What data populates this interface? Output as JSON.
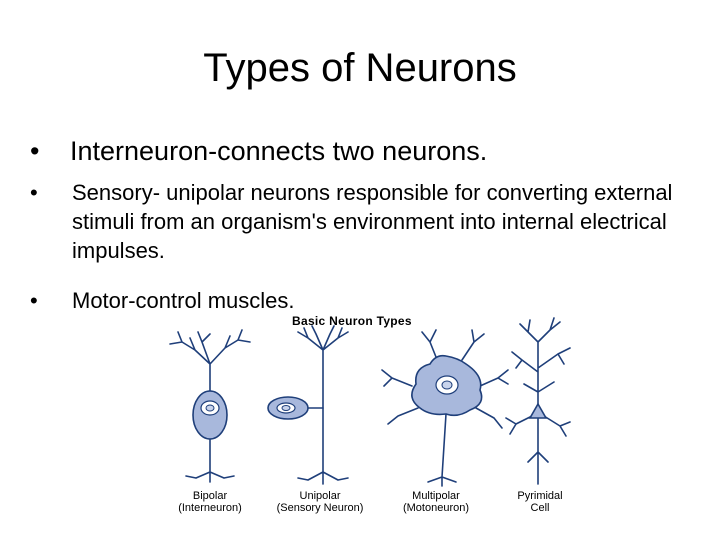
{
  "slide": {
    "title": "Types of Neurons",
    "bullets": [
      "Interneuron-connects two neurons.",
      "Sensory- unipolar neurons responsible for converting external stimuli from an organism's environment into internal electrical impulses.",
      "Motor-control muscles."
    ],
    "bullet_marker": "•"
  },
  "figure": {
    "title": "Basic Neuron Types",
    "captions": [
      {
        "line1": "Bipolar",
        "line2": "(Interneuron)"
      },
      {
        "line1": "Unipolar",
        "line2": "(Sensory Neuron)"
      },
      {
        "line1": "Multipolar",
        "line2": "(Motoneuron)"
      },
      {
        "line1": "Pyrimidal",
        "line2": "Cell"
      }
    ],
    "colors": {
      "outline": "#1f3f7a",
      "cell_body": "#a8b8dc"
    }
  }
}
